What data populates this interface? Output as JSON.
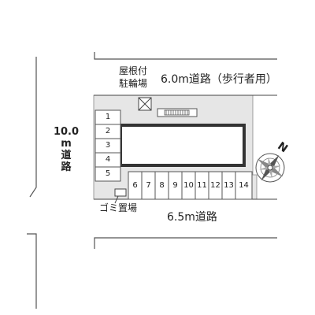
{
  "roads": {
    "top": "6.0m道路（歩行者用）",
    "bottom": "6.5m道路",
    "left": [
      "10.0",
      "m",
      "道",
      "路"
    ]
  },
  "labels": {
    "roof_line1": "屋根付",
    "roof_line2": "駐輪場",
    "garbage": "ゴミ置場"
  },
  "parking": {
    "left_column": [
      "1",
      "2",
      "3",
      "4",
      "5"
    ],
    "bottom_row": [
      "6",
      "7",
      "8",
      "9",
      "10",
      "11",
      "12",
      "13",
      "14"
    ]
  },
  "compass": {
    "direction_letter": "N"
  },
  "colors": {
    "lot_fill": "#e6e6e6",
    "line": "#333333",
    "building_border": "#333333"
  }
}
